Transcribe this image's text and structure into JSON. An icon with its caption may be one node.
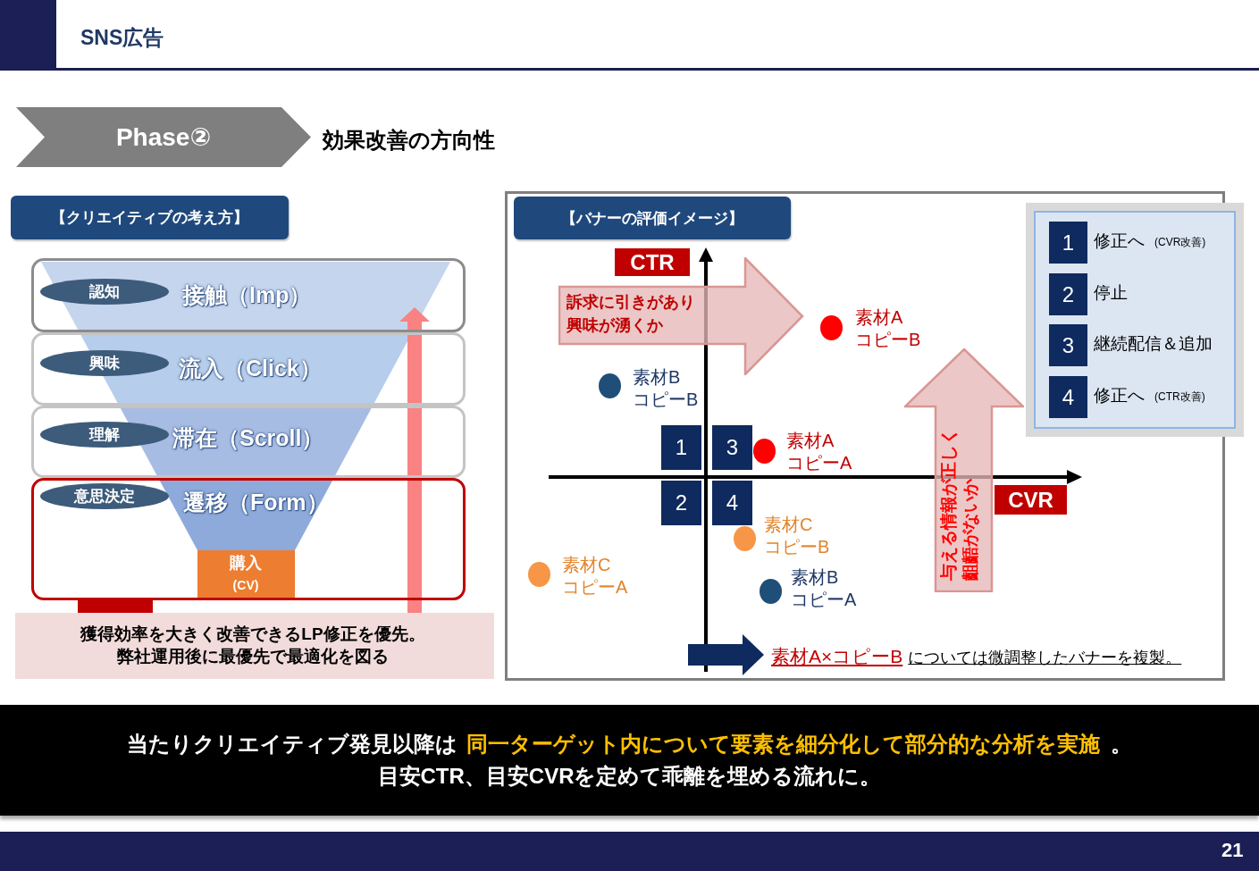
{
  "diagram": {
    "title": "SNS広告",
    "nodes": [
      {
        "text": [
          "Phase②"
        ],
        "beside": [
          "効果改善の方向性"
        ]
      },
      {
        "text": [
          "【クリエイティブの考え方】"
        ]
      },
      {
        "text": [
          "接触（Imp）"
        ]
      },
      {
        "text": [
          "認知"
        ],
        "in": 2
      },
      {
        "text": [
          "流入（Click）"
        ]
      },
      {
        "text": [
          "興味"
        ],
        "in": 4
      },
      {
        "text": [
          "滞在（Scroll）"
        ]
      },
      {
        "text": [
          "理解"
        ],
        "in": 6
      },
      {
        "text": [
          "遷移（Form）"
        ]
      },
      {
        "text": [
          "意思決定"
        ],
        "in": 8
      },
      {
        "text": [
          "購入",
          "(CV)"
        ],
        "in": 8
      },
      {
        "text": [
          "獲得効率を大きく改善できるLP修正を優先。",
          "弊社運用後に最優先で最適化を図る"
        ]
      },
      {
        "text": [],
        "shape": "box"
      },
      {
        "text": [
          "【バナーの評価イメージ】"
        ],
        "in": 12
      },
      {
        "text": [
          "CTR"
        ],
        "in": 12
      },
      {
        "text": [
          "訴求に引きがあり興味が湧くか"
        ],
        "in": 12
      },
      {
        "text": [],
        "shape": "circle",
        "beside": [
          "素材A",
          "コピーB"
        ],
        "in": 12
      },
      {
        "text": [],
        "shape": "circle",
        "beside": [
          "素材B",
          "コピーB"
        ],
        "in": 12
      },
      {
        "text": [
          "1"
        ],
        "in": 12
      },
      {
        "text": [
          "3"
        ],
        "in": 12
      },
      {
        "text": [],
        "shape": "circle",
        "beside": [
          "素材A",
          "コピーA"
        ],
        "in": 12
      },
      {
        "text": [
          "2"
        ],
        "in": 12
      },
      {
        "text": [
          "4"
        ],
        "in": 12
      },
      {
        "text": [
          "与える情報が正しく齟齬がないか"
        ],
        "in": 12
      },
      {
        "text": [
          "CVR"
        ],
        "in": 12
      },
      {
        "text": [],
        "shape": "circle",
        "beside": [
          "素材C",
          "コピーB"
        ],
        "in": 12
      },
      {
        "text": [],
        "shape": "circle",
        "beside": [
          "素材C",
          "コピーA"
        ],
        "in": 12
      },
      {
        "text": [],
        "shape": "circle",
        "beside": [
          "素材B",
          "コピーA"
        ],
        "in": 12
      },
      {
        "text": [
          "素材A×コピーB",
          "については微調整したバナーを複製。"
        ],
        "in": 12
      },
      {
        "text": [],
        "shape": "box"
      },
      {
        "text": [
          "1"
        ],
        "in": 29,
        "beside": [
          "修正へ",
          "(CVR改善)"
        ]
      },
      {
        "text": [
          "2"
        ],
        "in": 29,
        "beside": [
          "停止"
        ]
      },
      {
        "text": [
          "3"
        ],
        "in": 29,
        "beside": [
          "継続配信＆追加"
        ]
      },
      {
        "text": [
          "4"
        ],
        "in": 29,
        "beside": [
          "修正へ",
          "(CTR改善)"
        ]
      },
      {
        "text": [
          "当たりクリエイティブ発見以降は",
          "同一ターゲット内について要素を細分化して部分的な分析を実施",
          "。",
          "目安CTR、目安CVRを定めて乖離を埋める流れに。"
        ]
      }
    ],
    "edges": [
      {
        "from": null,
        "to": 28,
        "arrow": "to",
        "color": "#0e2a5e"
      }
    ],
    "labels": [
      "21"
    ]
  }
}
